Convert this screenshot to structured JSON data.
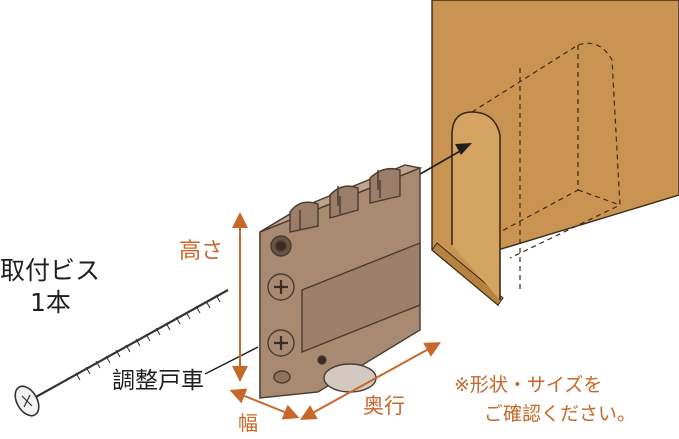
{
  "labels": {
    "screw_line1": "取付ビス",
    "screw_line2": "1本",
    "roller": "調整戸車",
    "height": "高さ",
    "width": "幅",
    "depth": "奥行",
    "note_line1": "※形状・サイズを",
    "note_line2": "ご確認ください。"
  },
  "colors": {
    "wood": "#c99451",
    "wood_edge": "#3a2a1a",
    "part": "#a88a73",
    "part_dark": "#8e7360",
    "dimension": "#c8672a",
    "text": "#1f1f1f"
  },
  "icons": {
    "adjust_screw_upper": "phillips-adjust-icon",
    "adjust_screw_lower": "phillips-adjust-icon"
  }
}
